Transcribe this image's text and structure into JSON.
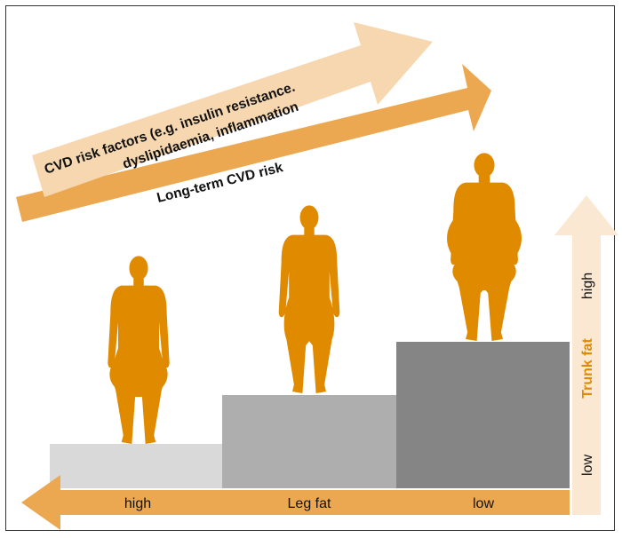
{
  "colors": {
    "dark_orange": "#E08A00",
    "mid_orange": "#EBA851",
    "light_orange": "#F6D7B0",
    "pale_orange": "#FBE8D2",
    "step_light": "#D9D9D9",
    "step_mid": "#AEAEAE",
    "step_dark": "#858585",
    "text_dark": "#111111"
  },
  "arrows": {
    "risk_factors_line1": "CVD risk factors (e.g. insulin resistance.",
    "risk_factors_line2": "dyslipidaemia, inflammation",
    "long_term_label": "Long-term CVD risk"
  },
  "leg_fat_axis": {
    "left": "high",
    "center": "Leg fat",
    "right": "low"
  },
  "trunk_fat_axis": {
    "top": "high",
    "middle": "Trunk fat",
    "bottom": "low"
  },
  "figures": [
    "body-shape-pear",
    "body-shape-intermediate",
    "body-shape-apple"
  ]
}
